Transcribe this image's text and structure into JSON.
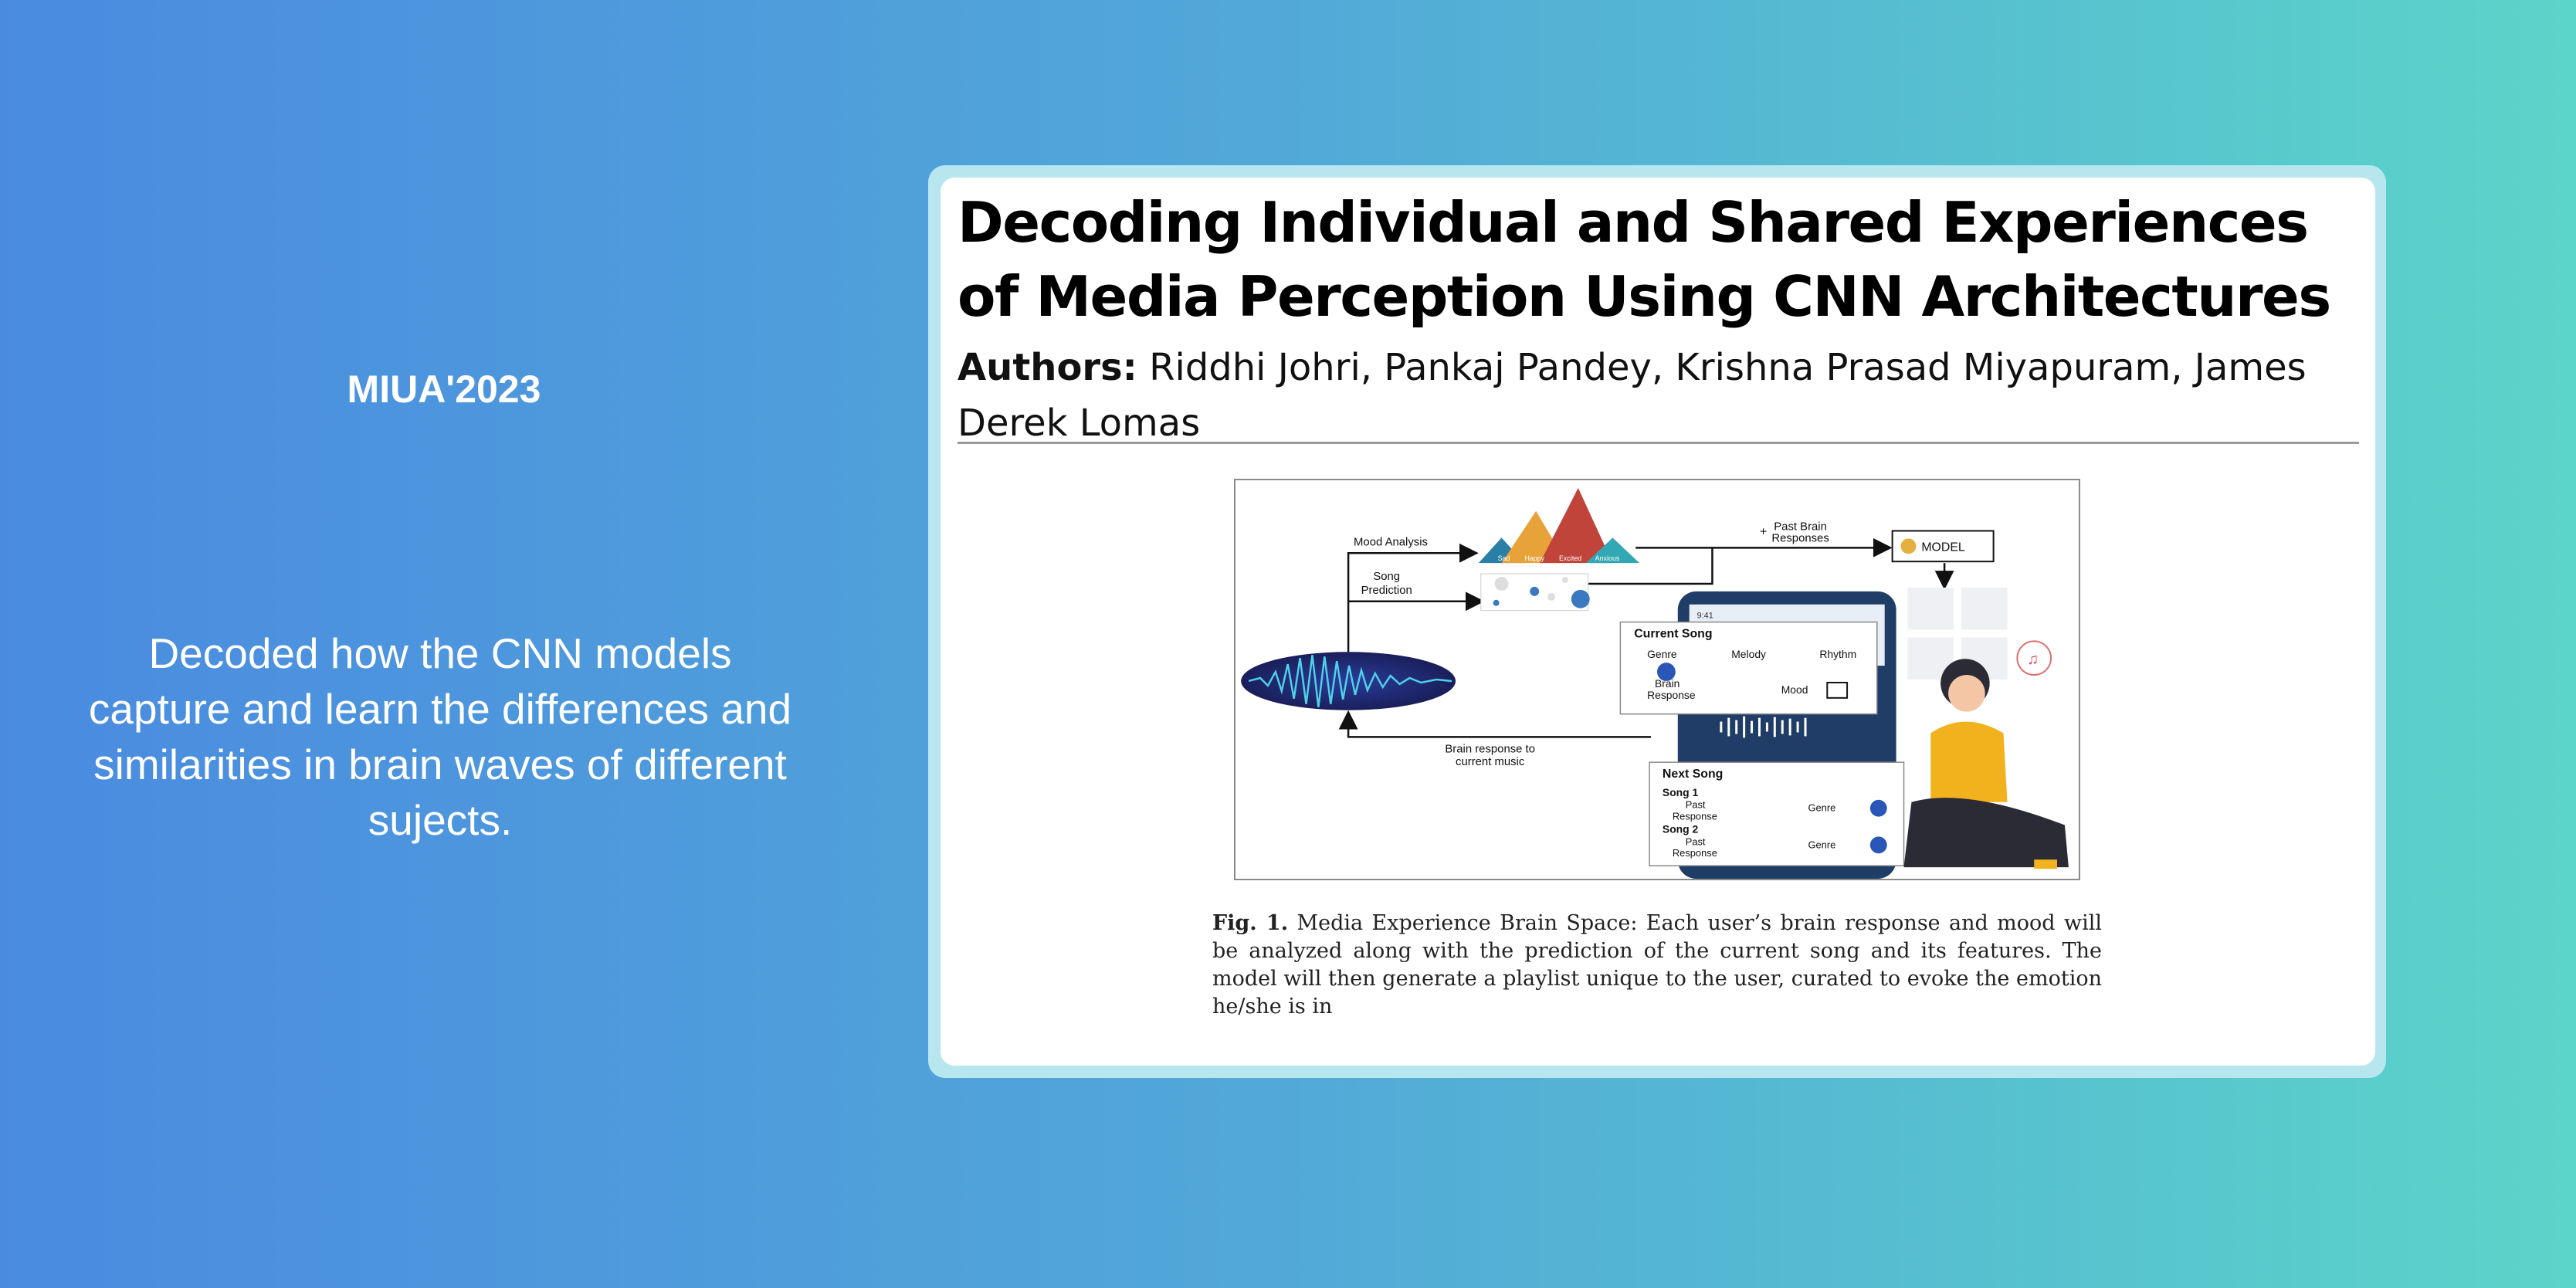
{
  "left_panel": {
    "conference": "MIUA'2023",
    "summary": "Decoded how the CNN models capture and learn the differences and similarities in brain waves of different sujects."
  },
  "card": {
    "title": "Decoding Individual and Shared Experiences of Media Perception Using CNN Architectures",
    "authors_label": "Authors:",
    "authors": "Riddhi Johri, Pankaj Pandey, Krishna Prasad Miyapuram, James Derek Lomas"
  },
  "figure": {
    "labels": {
      "mood_analysis": "Mood Analysis",
      "song_prediction_1": "Song",
      "song_prediction_2": "Prediction",
      "past_brain_1": "Past Brain",
      "past_brain_2": "Responses",
      "plus": "+",
      "model": "MODEL",
      "mood_sad": "Sad",
      "mood_happy": "Happy",
      "mood_excited": "Excited",
      "mood_anxious": "Anxious",
      "current_song": "Current Song",
      "genre": "Genre",
      "melody": "Melody",
      "rhythm": "Rhythm",
      "brain_1": "Brain",
      "brain_2": "Response",
      "mood": "Mood",
      "brain_current_1": "Brain response to",
      "brain_current_2": "current music",
      "next_song": "Next Song",
      "song1": "Song 1",
      "song2": "Song 2",
      "past": "Past",
      "response": "Response",
      "phone_time": "9:41"
    },
    "caption_label": "Fig. 1.",
    "caption_text": "Media Experience Brain Space: Each user’s brain response and mood will be analyzed along with the prediction of the current song and its features. The model will then generate a playlist unique to the user, curated to evoke the emotion he/she is in"
  },
  "colors": {
    "bg_left": "#4a8be0",
    "bg_right": "#5bd4c9",
    "card_border": "#b7e6ee",
    "phone": "#1f3d66",
    "user_shirt": "#f1b21e"
  }
}
